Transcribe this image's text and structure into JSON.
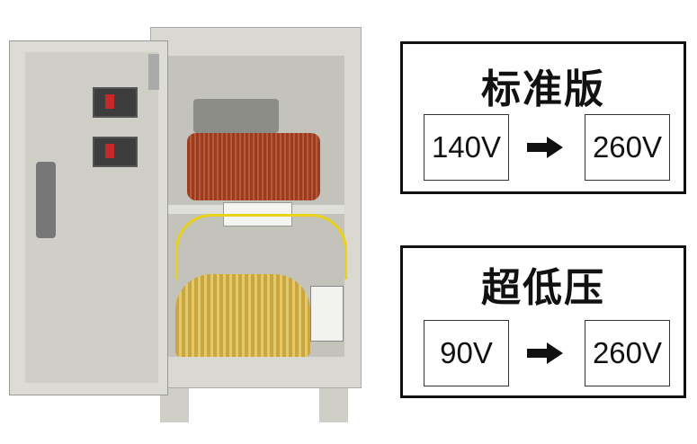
{
  "standard": {
    "title": "标准版",
    "from": "140V",
    "to": "260V",
    "arrow_icon": "right-arrow-icon"
  },
  "low_voltage": {
    "title": "超低压",
    "from": "90V",
    "to": "260V",
    "arrow_icon": "right-arrow-icon"
  },
  "colors": {
    "cabinet": "#d9d9d2",
    "coil_copper": "#9a3b22",
    "coil_gold": "#c9a640",
    "wire": "#e8d21a"
  }
}
